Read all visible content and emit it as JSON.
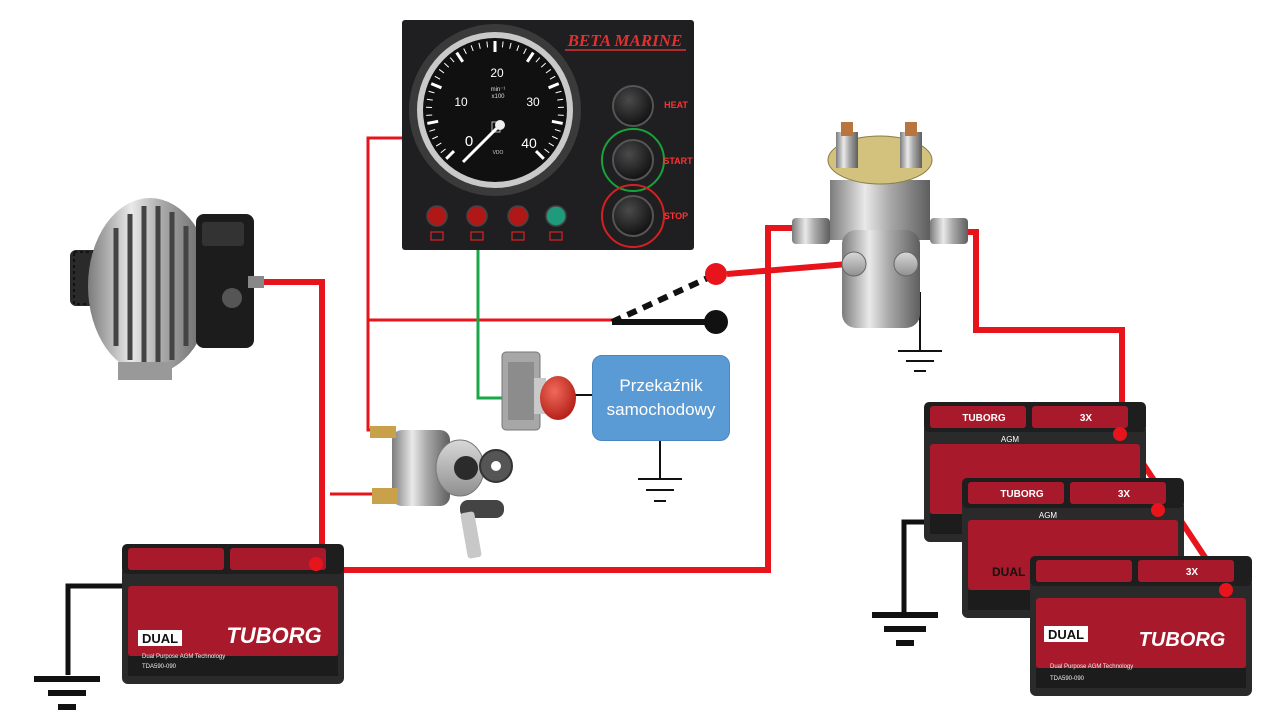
{
  "panel": {
    "brand": "BETA MARINE",
    "gauge": {
      "ticks": [
        "0",
        "10",
        "20",
        "30",
        "40"
      ],
      "unit_line1": "min⁻¹",
      "unit_line2": "x100",
      "maker": "VDO"
    },
    "buttons": [
      {
        "label": "HEAT",
        "ring_color": ""
      },
      {
        "label": "START",
        "ring_color": "#19a23a"
      },
      {
        "label": "STOP",
        "ring_color": "#d42020"
      }
    ],
    "warning_lamp_colors": [
      "#b01818",
      "#b01818",
      "#b01818",
      "#1f9a7a"
    ],
    "warning_lamp_icons": [
      "battery-icon",
      "oil-pressure-icon",
      "temperature-icon",
      "glow-plug-icon"
    ]
  },
  "relay": {
    "line1": "Przekaźnik",
    "line2": "samochodowy"
  },
  "start_battery": {
    "tag": "DUAL",
    "brand": "TUBORG",
    "tech": "Dual Purpose AGM Technology",
    "model": "TDA590-090"
  },
  "bank_batteries": [
    {
      "tag": "",
      "brand": "TUBORG",
      "badge": "3X",
      "tech": "AGM"
    },
    {
      "tag": "DUAL",
      "brand": "TUBORG",
      "badge": "3X",
      "tech": "AGM"
    },
    {
      "tag": "DUAL",
      "brand": "TUBORG",
      "badge": "3X",
      "tech": "Dual Purpose AGM Technology",
      "model": "TDA590-090"
    }
  ],
  "colors": {
    "positive_wire": "#e8141c",
    "ground_wire": "#111111",
    "signal_wire": "#18a84a",
    "relay_fill": "#5b9bd5",
    "panel_bg": "#1f1f21",
    "battery_red": "#a7192b"
  }
}
